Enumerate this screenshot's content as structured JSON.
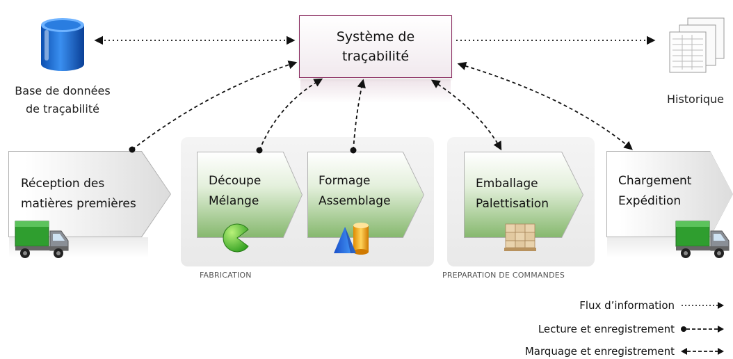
{
  "system": {
    "line1": "Système de",
    "line2": "traçabilité"
  },
  "database": {
    "line1": "Base de données",
    "line2": "de traçabilité"
  },
  "history": {
    "label": "Historique"
  },
  "steps": {
    "reception": {
      "line1": "Réception des",
      "line2": "matières premières"
    },
    "decoupe": {
      "line1": "Découpe",
      "line2": "Mélange"
    },
    "formage": {
      "line1": "Formage",
      "line2": "Assemblage"
    },
    "emballage": {
      "line1": "Emballage",
      "line2": "Palettisation"
    },
    "chargement": {
      "line1": "Chargement",
      "line2": "Expédition"
    }
  },
  "groups": {
    "fabrication": "FABRICATION",
    "preparation": "PREPARATION DE COMMANDES"
  },
  "legend": {
    "info": "Flux d’information",
    "read": "Lecture et enregistrement",
    "mark": "Marquage et enregistrement"
  },
  "colors": {
    "system_border": "#8a2c60",
    "step_green": "#86b86e",
    "database_blue": "#1f6fd1",
    "truck_green": "#2f9e2f"
  },
  "icons": [
    "database-icon",
    "documents-icon",
    "truck-icon",
    "pacman-icon",
    "shapes-icon",
    "pallet-icon"
  ]
}
